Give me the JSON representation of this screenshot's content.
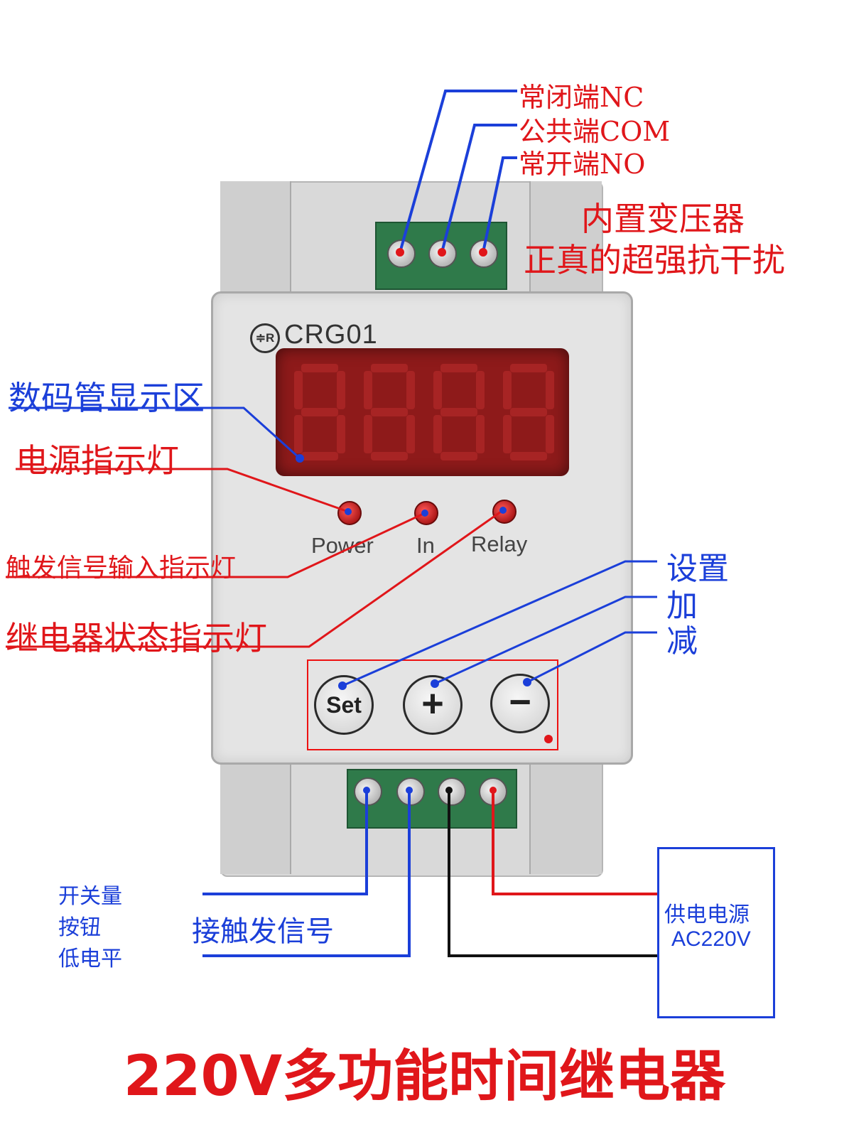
{
  "device": {
    "model": "CRG01",
    "logo_mark": "≑R",
    "leds": [
      {
        "label": "Power"
      },
      {
        "label": "In"
      },
      {
        "label": "Relay"
      }
    ],
    "buttons": [
      {
        "label": "Set"
      },
      {
        "label": "+"
      },
      {
        "label": "−"
      }
    ]
  },
  "top_terminals": {
    "nc": "常闭端NC",
    "com": "公共端COM",
    "no": "常开端NO"
  },
  "feature": {
    "line1": "内置变压器",
    "line2": "正真的超强抗干扰"
  },
  "annotations": {
    "display_area": "数码管显示区",
    "power_indicator": "电源指示灯",
    "trigger_indicator": "触发信号输入指示灯",
    "relay_indicator": "继电器状态指示灯",
    "set": "设置",
    "plus": "加",
    "minus": "减"
  },
  "bottom": {
    "signal_types": [
      "开关量",
      "按钮",
      "低电平"
    ],
    "trigger_label": "接触发信号",
    "power_label": "供电电源",
    "power_value": "AC220V"
  },
  "title": "220V多功能时间继电器",
  "colors": {
    "red": "#e0161a",
    "blue": "#1b3fd9",
    "display": "#8e1a1a"
  }
}
